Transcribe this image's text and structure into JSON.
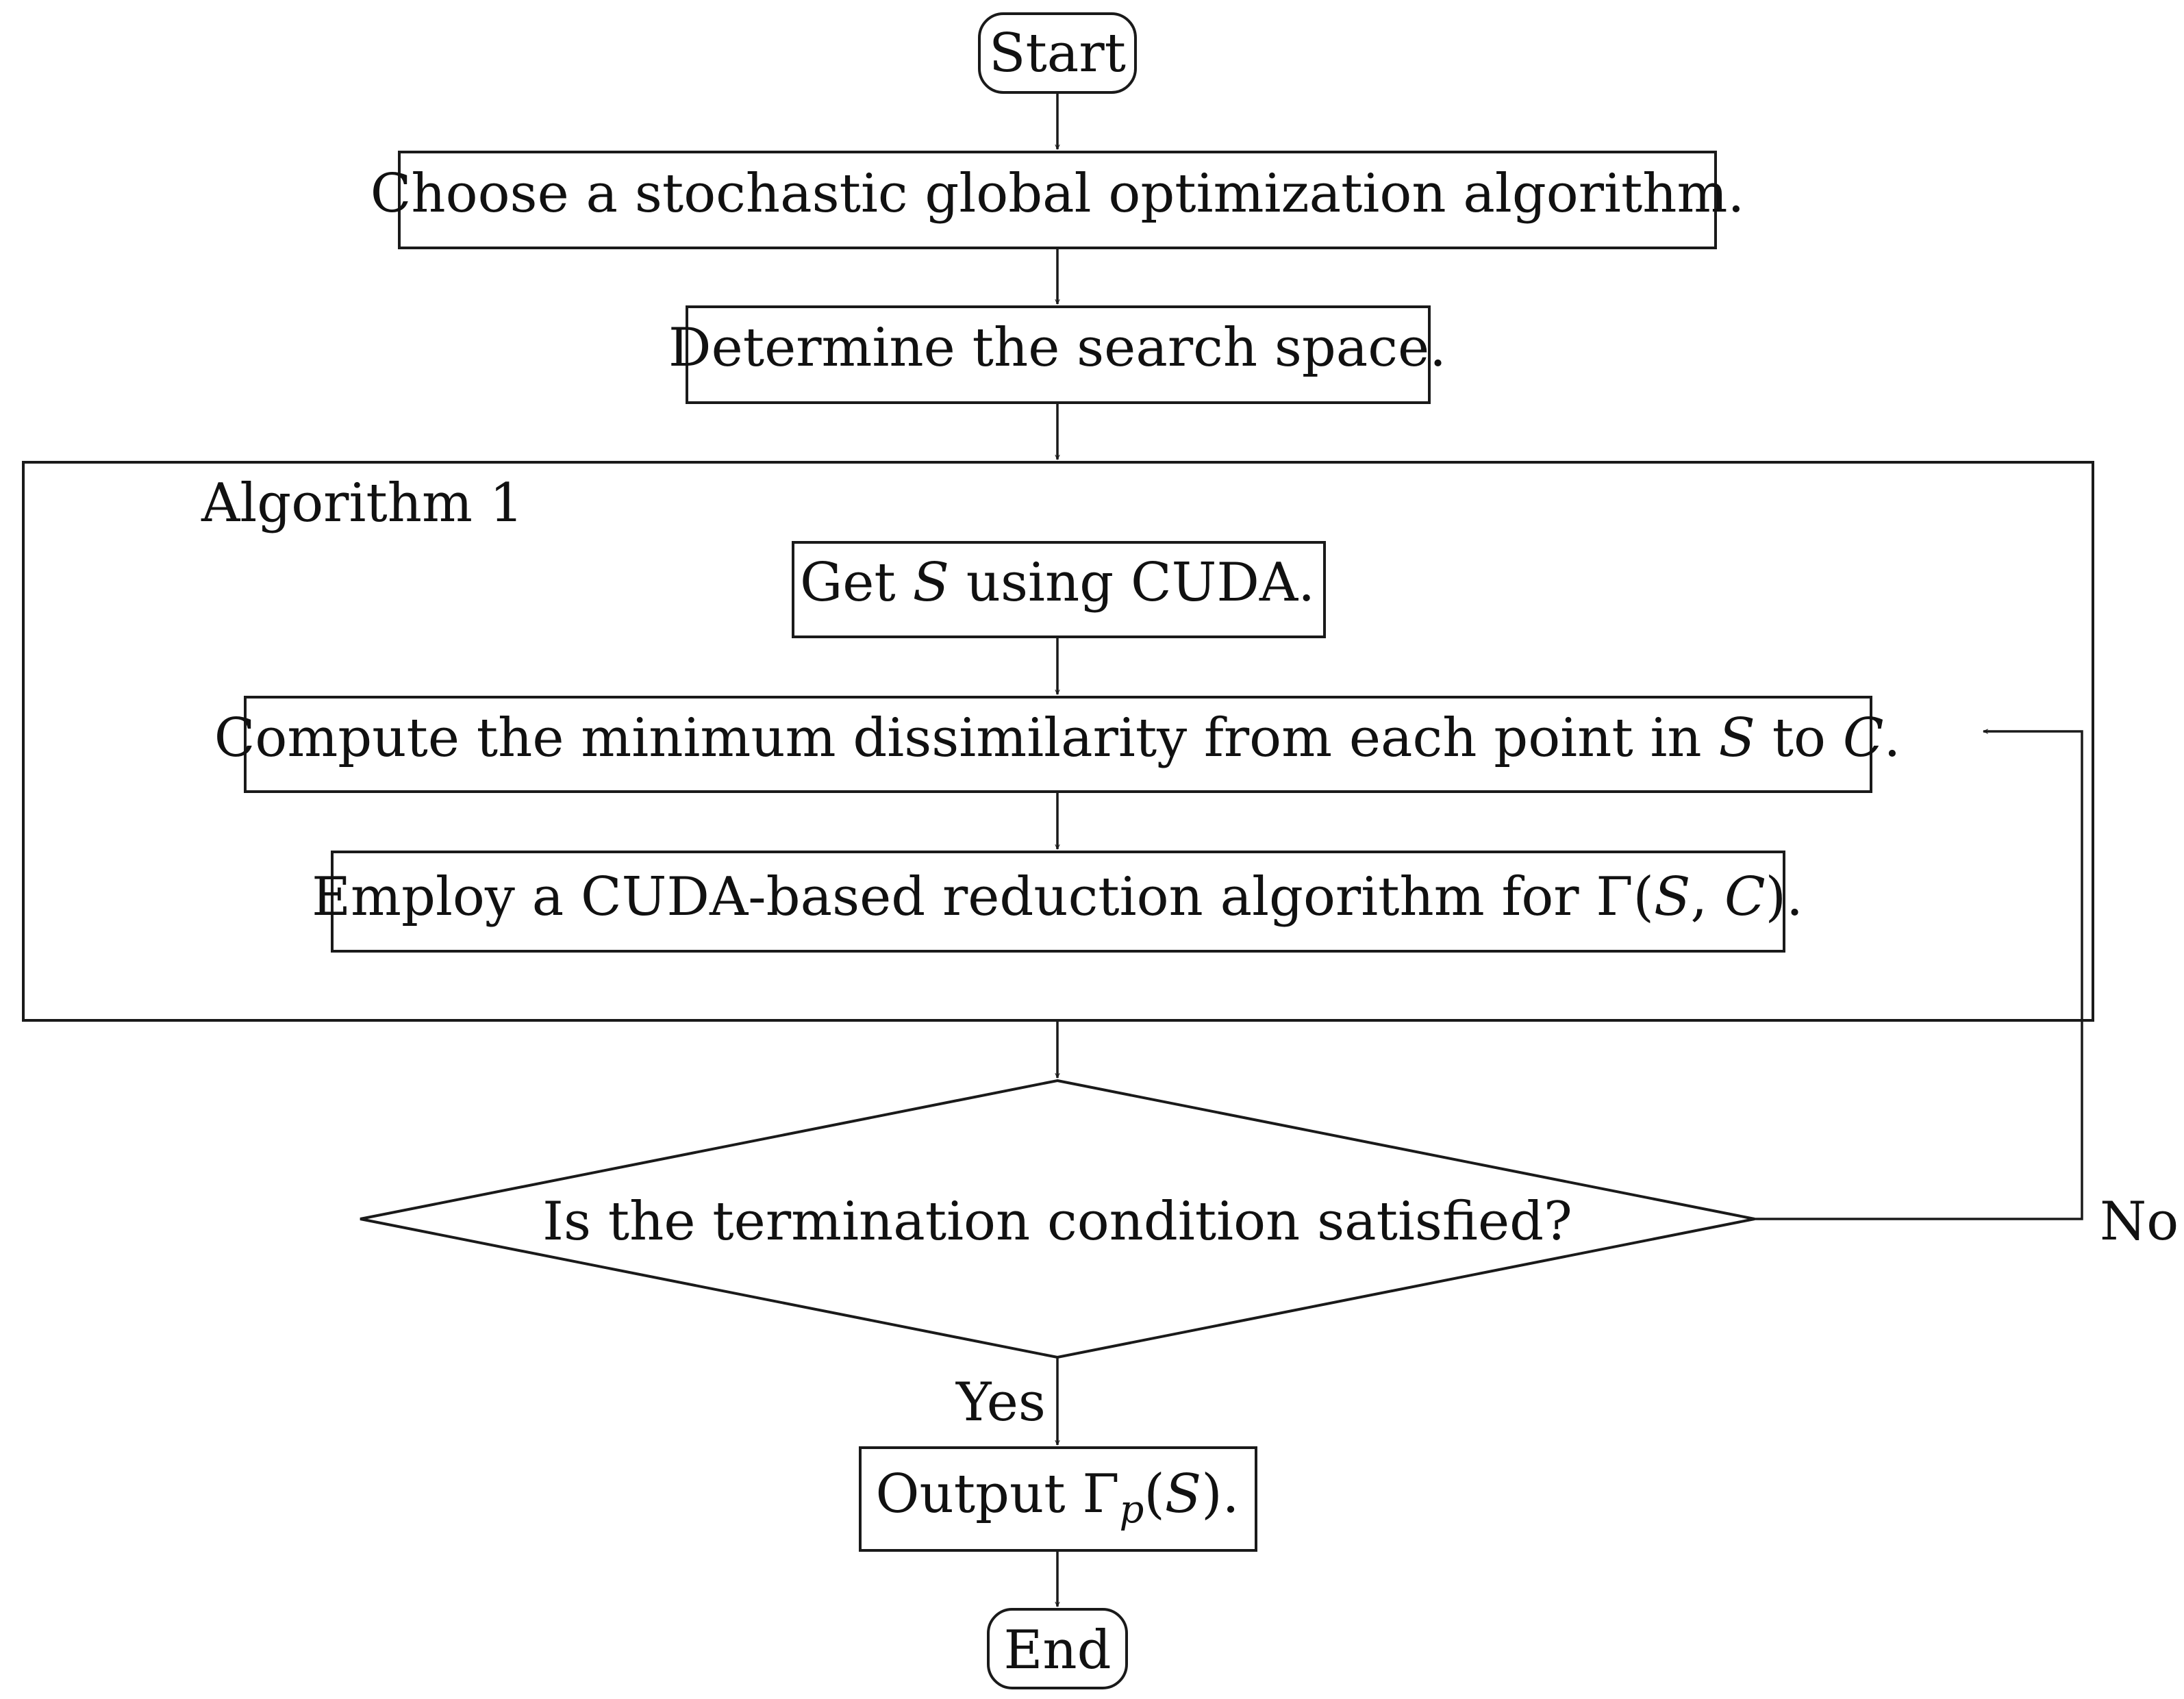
{
  "nodes": {
    "start": "Start",
    "choose": "Choose a stochastic global optimization algorithm.",
    "determine": "Determine the search space.",
    "group_title": "Algorithm 1",
    "get_s": {
      "pre": "Get ",
      "var": "S",
      "post": " using CUDA."
    },
    "compute": {
      "pre": "Compute the minimum dissimilarity from each point in ",
      "var1": "S",
      "mid": " to ",
      "var2": "C",
      "post": "."
    },
    "employ": {
      "pre": "Employ a CUDA-based reduction algorithm for Γ(",
      "var1": "S",
      "comma": ", ",
      "var2": "C",
      "post": ")."
    },
    "decision": "Is the termination condition satisfied?",
    "output": {
      "pre": "Output Γ",
      "sub": "p",
      "open": "(",
      "var": "S",
      "post": ")."
    },
    "end": "End"
  },
  "edge_labels": {
    "yes": "Yes",
    "no": "No"
  }
}
